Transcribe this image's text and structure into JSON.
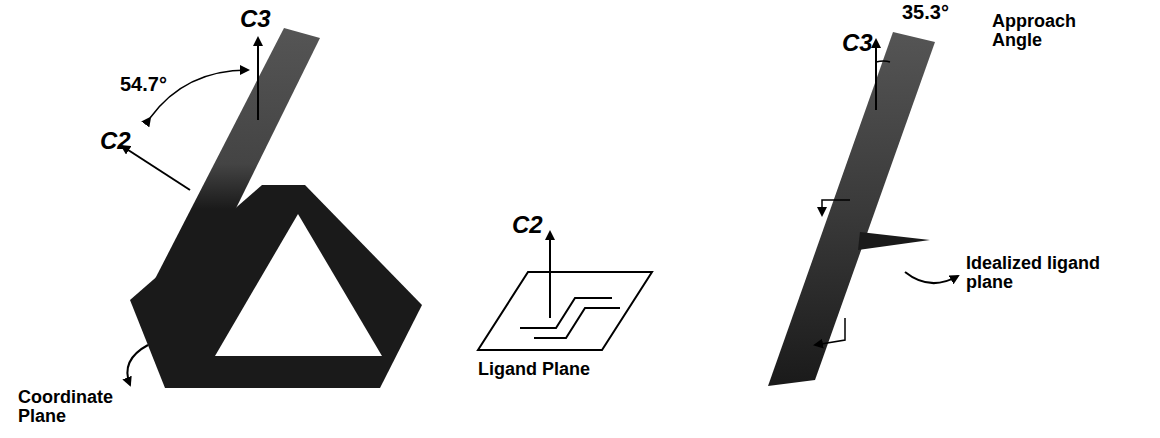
{
  "diagram": {
    "labels": [
      "C3",
      "54.7°",
      "C2",
      "Coordinate Plane",
      "C2",
      "Ligand Plane",
      "C3",
      "35.3°",
      "Approach Angle",
      "Idealized ligand plane"
    ]
  }
}
